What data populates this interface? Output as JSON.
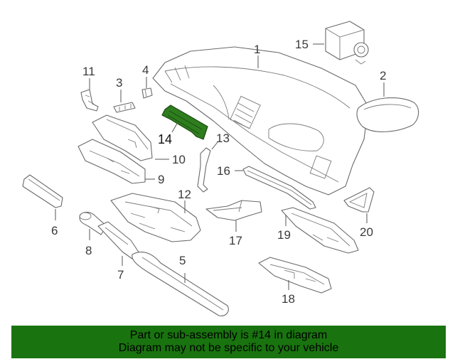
{
  "highlight_color": "#2e7d1e",
  "footer_color": "#19730f",
  "callouts": {
    "c1": "1",
    "c2": "2",
    "c3": "3",
    "c4": "4",
    "c5": "5",
    "c6": "6",
    "c7": "7",
    "c8": "8",
    "c9": "9",
    "c10": "10",
    "c11": "11",
    "c12": "12",
    "c13": "13",
    "c14": "14",
    "c15": "15",
    "c16": "16",
    "c17": "17",
    "c18": "18",
    "c19": "19",
    "c20": "20"
  },
  "footer": {
    "line1": "Part or sub-assembly is #14 in diagram",
    "line2": "Diagram may not be specific to your vehicle"
  }
}
